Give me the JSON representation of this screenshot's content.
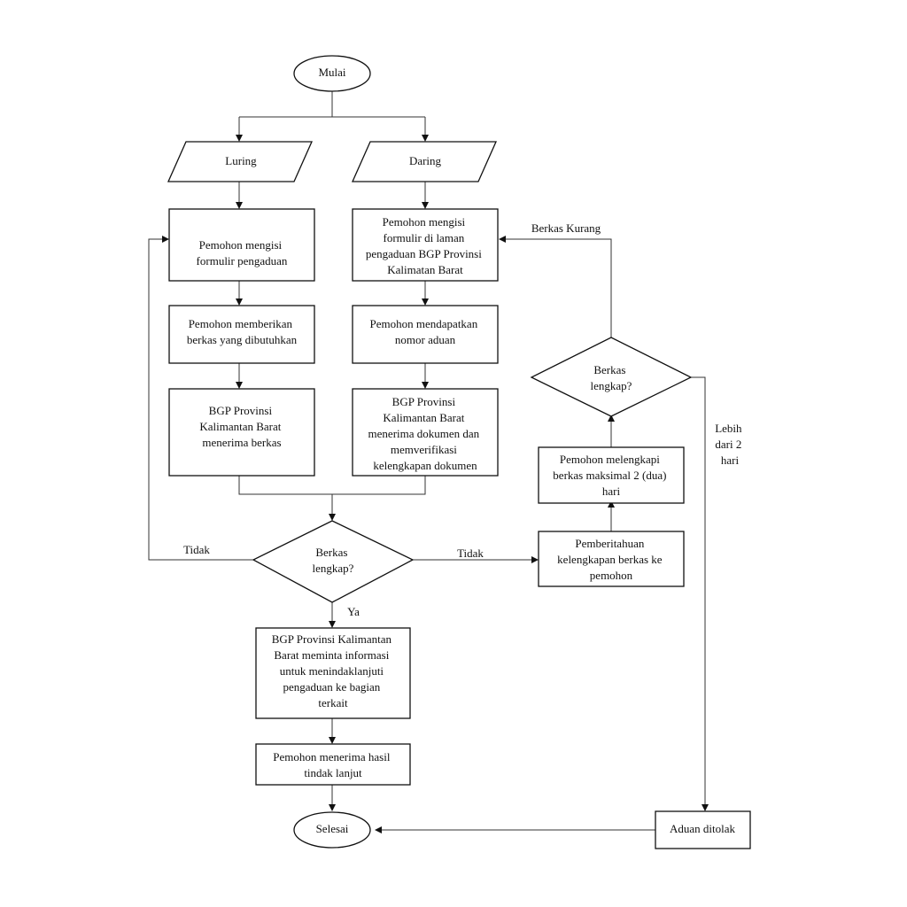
{
  "flowchart": {
    "start": "Mulai",
    "end": "Selesai",
    "offline": "Luring",
    "online": "Daring",
    "offline_steps": [
      "Pemohon mengisi formulir pengaduan",
      "Pemohon memberikan berkas yang dibutuhkan",
      "BGP Provinsi Kalimantan Barat menerima berkas"
    ],
    "online_steps": [
      "Pemohon mengisi formulir di laman pengaduan BGP Provinsi Kalimatan Barat",
      "Pemohon mendapatkan nomor aduan",
      "BGP Provinsi Kalimantan Barat menerima dokumen dan memverifikasi kelengkapan dokumen"
    ],
    "decision_main": "Berkas lengkap?",
    "label_no_left": "Tidak",
    "label_no_right": "Tidak",
    "label_yes": "Ya",
    "followup_step": "BGP Provinsi Kalimantan Barat meminta informasi untuk menindaklanjuti pengaduan ke bagian terkait",
    "result_step": "Pemohon menerima hasil tindak lanjut",
    "notify_step": "Pemberitahuan kelengkapan berkas ke pemohon",
    "complete_step": "Pemohon melengkapi berkas maksimal 2 (dua) hari",
    "decision_recheck": "Berkas lengkap?",
    "label_incomplete": "Berkas Kurang",
    "label_overdue": "Lebih dari 2 hari",
    "rejected_step": "Aduan ditolak"
  }
}
